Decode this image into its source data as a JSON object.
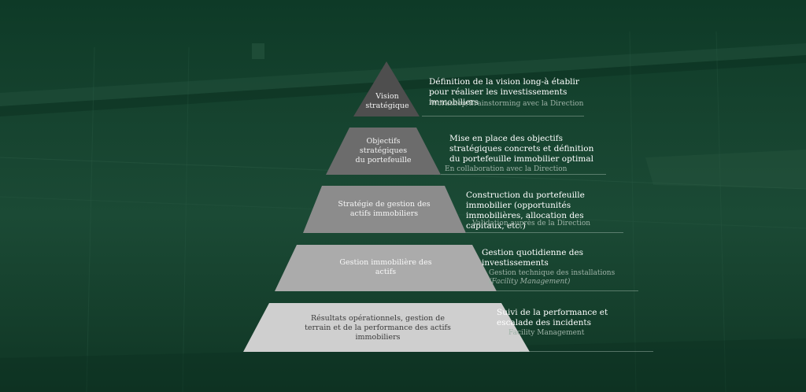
{
  "pyramid": {
    "tiers": [
      {
        "label": "Vision stratégique",
        "color": "#4e4e4e",
        "text_color": "#f2f2f2",
        "description": "Définition de la vision long-à établir pour réaliser les investissements immobiliers",
        "sub": "Workshop/Brainstorming avec la Direction",
        "sub_italic": ""
      },
      {
        "label": "Objectifs stratégiques du portefeuille",
        "color": "#6c6c6c",
        "text_color": "#f2f2f2",
        "description": "Mise en place des objectifs stratégiques concrets et définition du portefeuille immobilier optimal",
        "sub": "En collaboration avec la Direction",
        "sub_italic": ""
      },
      {
        "label": "Stratégie de gestion des actifs immobiliers",
        "color": "#8c8c8c",
        "text_color": "#f6f6f6",
        "description": "Construction du portefeuille immobilier (opportunités immobilières, allocation des capitaux, etc.)",
        "sub": "Validation auprès de la Direction",
        "sub_italic": ""
      },
      {
        "label": "Gestion immobilière des actifs",
        "color": "#ababab",
        "text_color": "#f8f8f8",
        "description": "Gestion quotidienne des investissements",
        "sub": "Gestion technique des installations",
        "sub_italic": "(Facility Management)"
      },
      {
        "label": "Résultats opérationnels, gestion de terrain et de la performance des actifs immobiliers",
        "color": "#cfcfcf",
        "text_color": "#3a3a3a",
        "description": "Suivi de la performance et escalade des incidents",
        "sub": "Facility Management",
        "sub_italic": ""
      }
    ]
  }
}
